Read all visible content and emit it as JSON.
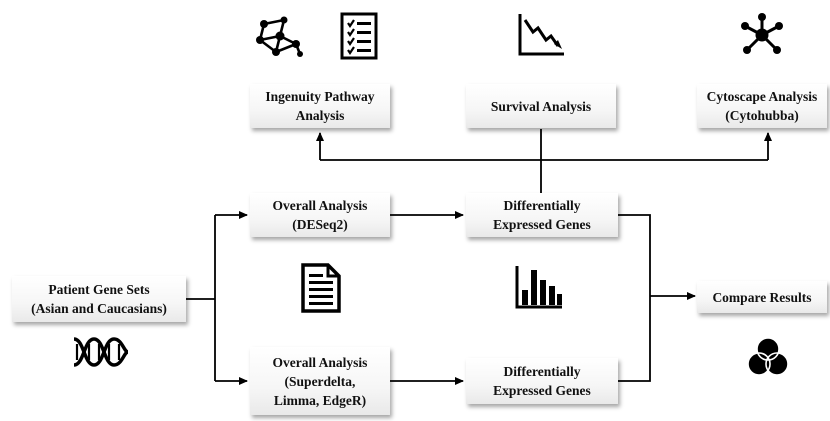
{
  "boxes": {
    "ipa": [
      "Ingenuity Pathway",
      "Analysis"
    ],
    "survival": [
      "Survival Analysis"
    ],
    "cytoscape": [
      "Cytoscape Analysis",
      "(Cytohubba)"
    ],
    "patient": [
      "Patient Gene Sets",
      "(Asian and Caucasians)"
    ],
    "overall1": [
      "Overall Analysis",
      "(DESeq2)"
    ],
    "deg1": [
      "Differentially",
      "Expressed Genes"
    ],
    "overall2": [
      "Overall Analysis",
      "(Superdelta,",
      "Limma, EdgeR)"
    ],
    "deg2": [
      "Differentially",
      "Expressed Genes"
    ],
    "compare": [
      "Compare Results"
    ]
  },
  "icons": {
    "ipa_network": "network-graph-icon",
    "ipa_checklist": "checklist-icon",
    "survival": "declining-chart-icon",
    "cytoscape": "hub-network-icon",
    "patient": "dna-icon",
    "document": "document-icon",
    "barchart": "bar-chart-icon",
    "compare": "venn-diagram-icon"
  },
  "colors": {
    "line": "#000000",
    "box_shadow": "#7a7a7a"
  }
}
